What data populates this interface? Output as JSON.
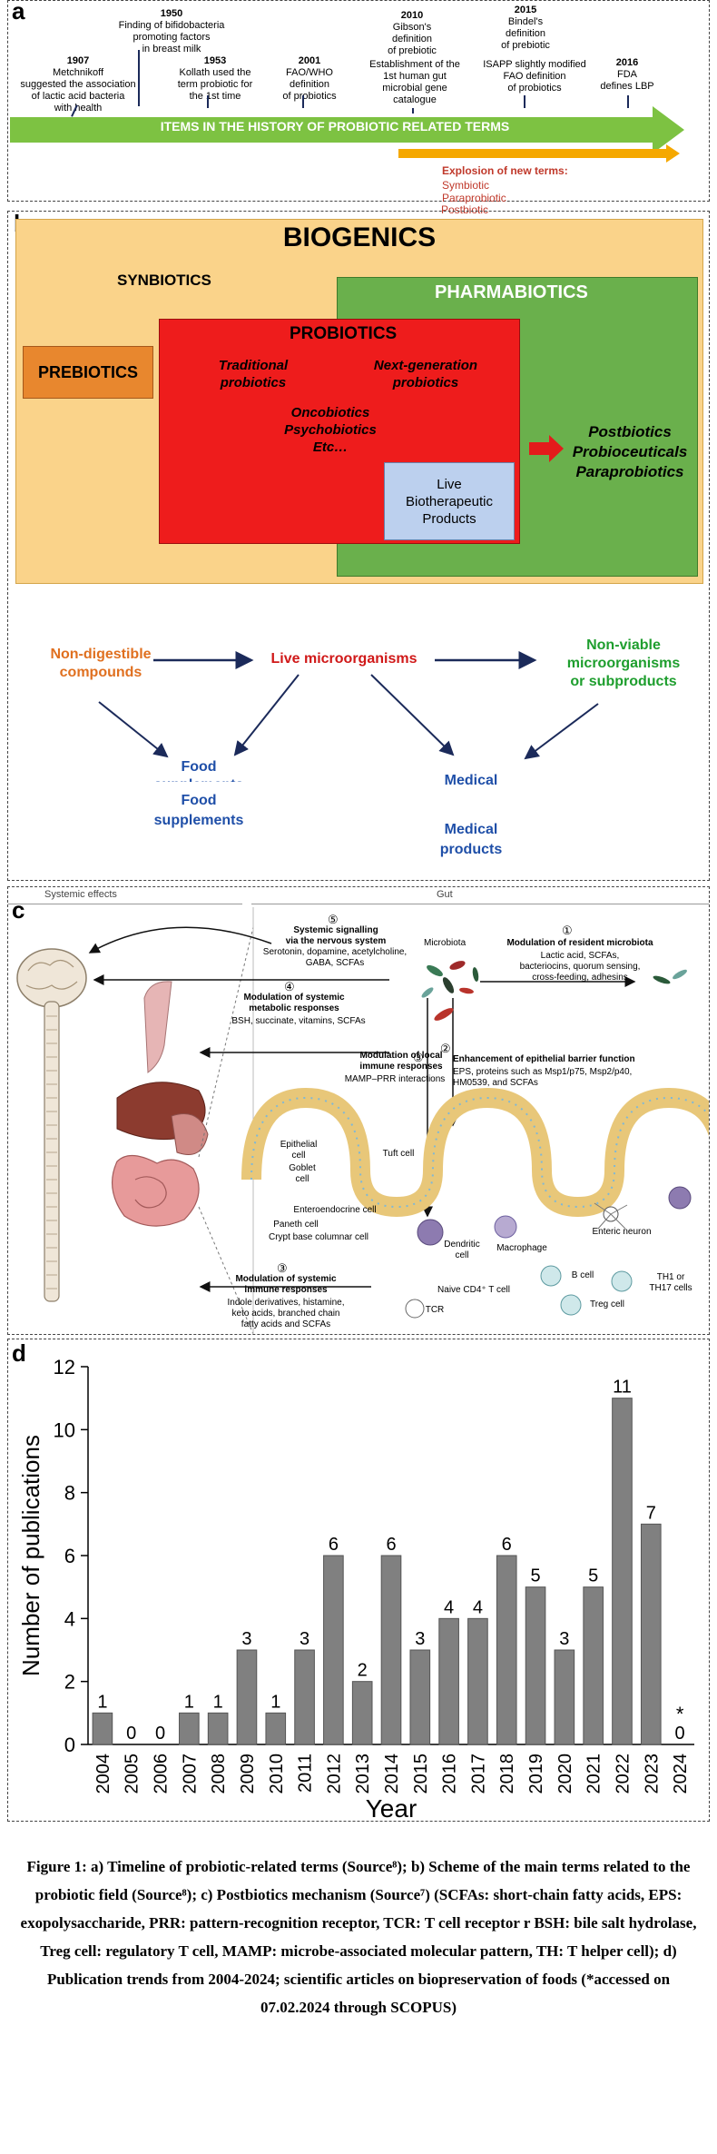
{
  "panel_a": {
    "label": "a",
    "events": [
      {
        "year": "1907",
        "text": "Metchnikoff\nsuggested the association\nof lactic acid bacteria\nwith health"
      },
      {
        "year": "1950",
        "text": "Finding of bifidobacteria\npromoting factors\nin breast milk"
      },
      {
        "year": "1953",
        "text": "Kollath used the\nterm probiotic for\nthe 1st time"
      },
      {
        "year": "2001",
        "text": "FAO/WHO\ndefinition\nof probiotics"
      },
      {
        "year": "2010",
        "text": "Gibson's\ndefinition\nof prebiotic"
      },
      {
        "year": "",
        "text": "Establishment of the\n1st human gut\nmicrobial gene\ncatalogue"
      },
      {
        "year": "2015",
        "text": "Bindel's\ndefinition\nof prebiotic"
      },
      {
        "year": "",
        "text": "ISAPP slightly modified\nFAO definition\nof probiotics"
      },
      {
        "year": "2016",
        "text": "FDA\ndefines LBP"
      }
    ],
    "timeline_label": "ITEMS IN THE HISTORY OF PROBIOTIC RELATED TERMS",
    "explosion_title": "Explosion of new terms:",
    "explosion_terms": [
      "Symbiotic",
      "Paraprobiotic",
      "Postbiotic",
      "...."
    ]
  },
  "panel_b": {
    "label": "b",
    "title": "BIOGENICS",
    "synbiotics": "SYNBIOTICS",
    "pharmabiotics": "PHARMABIOTICS",
    "prebiotics": "PREBIOTICS",
    "probiotics": "PROBIOTICS",
    "traditional": "Traditional\nprobiotics",
    "next_gen": "Next-generation\nprobiotics",
    "others": "Oncobiotics\nPsychobiotics\nEtc…",
    "live_bio": "Live\nBiotherapeutic\nProducts",
    "post_terms": "Postbiotics\nProbioceuticals\nParaprobiotics",
    "non_digestible": "Non-digestible\ncompounds",
    "live_micro": "Live microorganisms",
    "non_viable": "Non-viable\nmicroorganisms\nor subproducts",
    "food_supp_ghost": "Food\nsupplements",
    "food_supp": "Food\nsupplements",
    "medical_ghost": "Medical",
    "medical_products": "Medical\nproducts"
  },
  "panel_c": {
    "label": "c",
    "systemic_effects": "Systemic effects",
    "gut": "Gut",
    "microbiota": "Microbiota",
    "m5_title": "Systemic signalling\nvia the nervous system",
    "m5_text": "Serotonin, dopamine, acetylcholine,\nGABA, SCFAs",
    "m1_title": "Modulation of resident microbiota",
    "m1_text": "Lactic acid, SCFAs,\nbacteriocins, quorum sensing,\ncross-feeding, adhesins",
    "m4_title": "Modulation of systemic\nmetabolic responses",
    "m4_text": "BSH, succinate, vitamins, SCFAs",
    "m3a_title": "Modulation of local\nimmune responses",
    "m3a_text": "MAMP–PRR interactions",
    "m2_title": "Enhancement of epithelial barrier function",
    "m2_text": "EPS, proteins such as Msp1/p75, Msp2/p40,\nHM0539, and SCFAs",
    "m3b_title": "Modulation of systemic\nimmune responses",
    "m3b_text": "Indole derivatives, histamine,\nketo acids, branched chain\nfatty acids and SCFAs",
    "num5": "⑤",
    "num4": "④",
    "num3a": "③",
    "num3b": "③",
    "num2": "②",
    "num1": "①",
    "cells": [
      "Epithelial\ncell",
      "Goblet\ncell",
      "Tuft cell",
      "Enteroendocrine cell",
      "Paneth cell",
      "Crypt base columnar cell",
      "Dendritic\ncell",
      "Macrophage",
      "Enteric neuron",
      "Naive CD4⁺ T cell",
      "TCR",
      "B cell",
      "Treg cell",
      "TH1 or\nTH17 cells"
    ]
  },
  "chart_data": {
    "type": "bar",
    "panel_label": "d",
    "categories": [
      "2004",
      "2005",
      "2006",
      "2007",
      "2008",
      "2009",
      "2010",
      "2011",
      "2012",
      "2013",
      "2014",
      "2015",
      "2016",
      "2017",
      "2018",
      "2019",
      "2020",
      "2021",
      "2022",
      "2023",
      "2024"
    ],
    "values": [
      1,
      0,
      0,
      1,
      1,
      3,
      1,
      3,
      6,
      2,
      6,
      3,
      4,
      4,
      6,
      5,
      3,
      5,
      11,
      7,
      0
    ],
    "data_labels": [
      "1",
      "0",
      "0",
      "1",
      "1",
      "3",
      "1",
      "3",
      "6",
      "2",
      "6",
      "3",
      "4",
      "4",
      "6",
      "5",
      "3",
      "5",
      "11",
      "7",
      "0"
    ],
    "asterisk": "*",
    "xlabel": "Year",
    "ylabel": "Number of publications",
    "ylim": [
      0,
      12
    ],
    "yticks": [
      "0",
      "2",
      "4",
      "6",
      "8",
      "10",
      "12"
    ],
    "bar_color": "#808080",
    "grid": false
  },
  "caption": {
    "text": "Figure 1: a) Timeline of probiotic-related terms (Source⁸); b) Scheme of the main terms related to the probiotic field (Source⁸); c) Postbiotics mechanism (Source⁷) (SCFAs: short-chain fatty acids, EPS: exopolysaccharide, PRR: pattern-recognition receptor, TCR: T cell receptor r BSH: bile salt hydrolase, Treg cell: regulatory T cell, MAMP: microbe-associated molecular pattern, TH: T helper cell); d) Publication trends from 2004-2024; scientific articles on biopreservation of foods (*accessed on 07.02.2024 through SCOPUS)"
  },
  "colors": {
    "green_arrow": "#7dc242",
    "orange_arrow": "#f5a800",
    "explosion_text": "#c0392b",
    "biogenics_bg": "#fad38a",
    "pharmabiotics_bg": "#6ab04c",
    "prebiotics_bg": "#e8872e",
    "probiotics_bg": "#ee1c1c",
    "lbp_bg": "#bcd0ee",
    "orange_text": "#e07020",
    "red_text": "#d01818",
    "green_text": "#1e9e2e",
    "blue_text": "#1f4fa8"
  }
}
